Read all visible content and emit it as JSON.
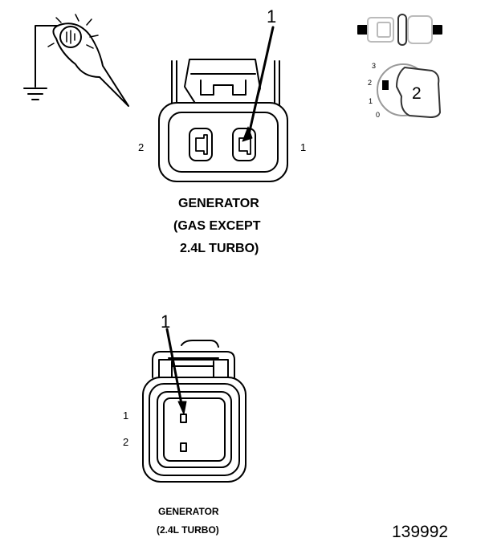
{
  "top_connector": {
    "callout": "1",
    "pin_left": "2",
    "pin_right": "1",
    "caption_line1": "GENERATOR",
    "caption_line2": "(GAS EXCEPT",
    "caption_line3": "2.4L TURBO)"
  },
  "bottom_connector": {
    "callout": "1",
    "pin_1": "1",
    "pin_2": "2",
    "caption_line1": "GENERATOR",
    "caption_line2": "(2.4L TURBO)"
  },
  "key_icon": {
    "positions": [
      "3",
      "2",
      "1",
      "0"
    ],
    "selected": "2"
  },
  "figure_number": "139992",
  "icons": [
    "test-light-icon",
    "ground-icon",
    "connector-disconnect-icon",
    "ignition-switch-icon"
  ]
}
